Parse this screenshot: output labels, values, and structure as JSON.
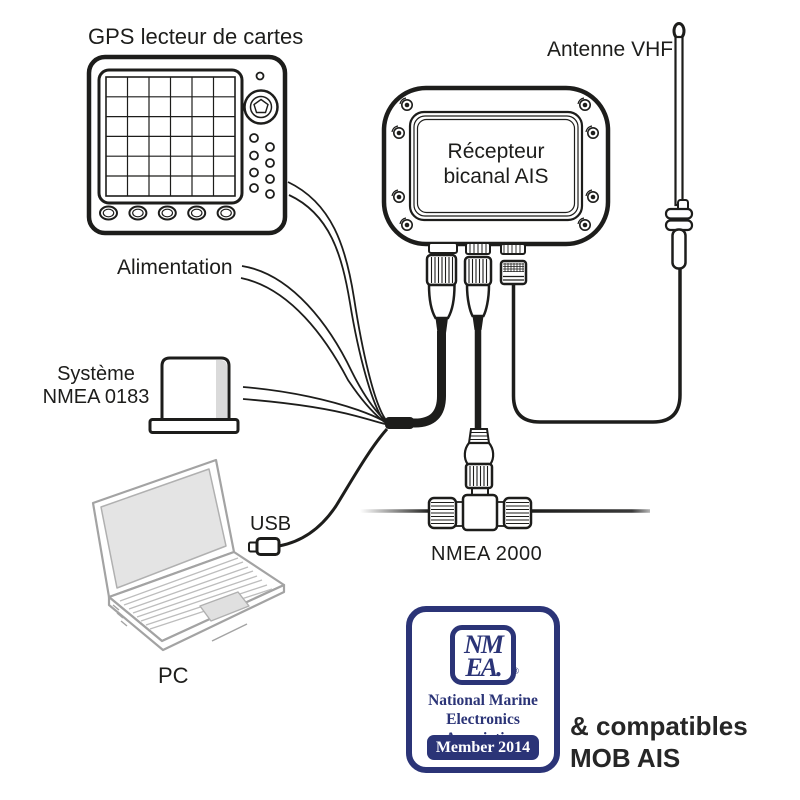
{
  "diagram": {
    "labels": {
      "gps": "GPS lecteur de cartes",
      "antenna": "Antenne VHF",
      "power": "Alimentation",
      "usb": "USB",
      "pc": "PC",
      "nmea2000": "NMEA 2000"
    },
    "receiver": {
      "line1": "Récepteur",
      "line2": "bicanal AIS"
    },
    "nmea0183": {
      "line1": "Système",
      "line2": "NMEA 0183"
    },
    "compat": {
      "line1": "& compatibles",
      "line2": "MOB AIS"
    },
    "logo": {
      "acronym_line1": "NM",
      "acronym_line2": "EA.",
      "registered_mark": "®",
      "org_line1": "National Marine",
      "org_line2": "Electronics Association",
      "member": "Member 2014"
    },
    "colors": {
      "line": "#1d1d1b",
      "navy": "#2b3477",
      "laptop_gray": "#a3a3a3",
      "screen_fill": "#e4e4e4"
    },
    "icons": {
      "chartplotter": "chartplotter-icon",
      "vhf_antenna": "vhf-antenna-icon",
      "ais_receiver": "ais-receiver-icon",
      "nmea0183_device": "nmea0183-device-icon",
      "laptop": "laptop-icon",
      "usb_plug": "usb-plug-icon",
      "nmea2000_tee": "t-connector-icon",
      "nmea_logo": "nmea-association-logo"
    }
  }
}
